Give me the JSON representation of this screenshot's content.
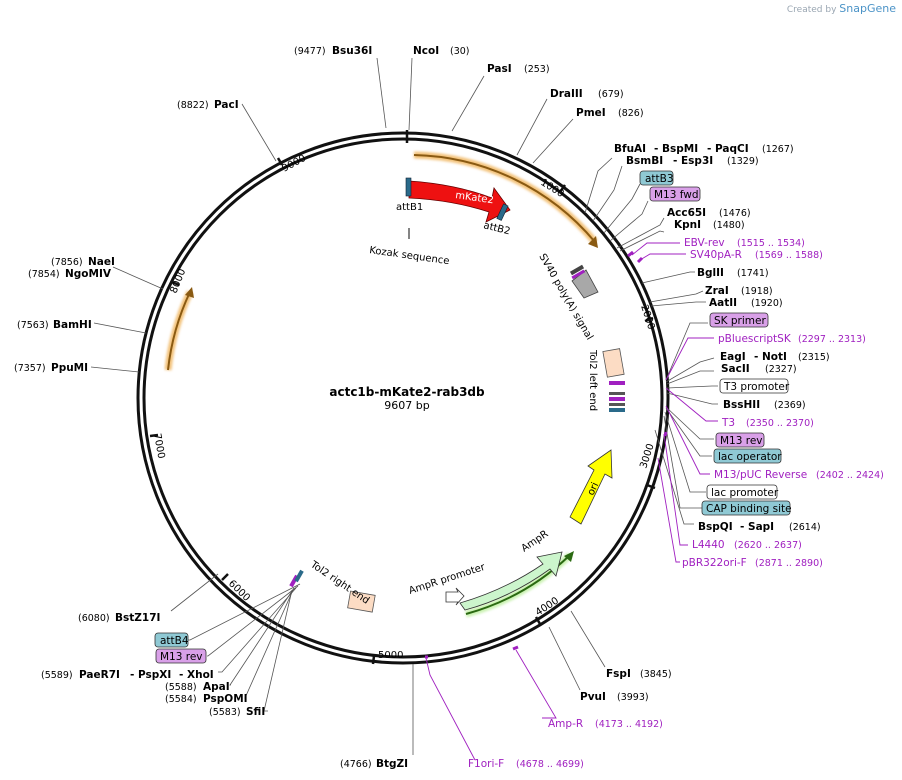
{
  "credit": {
    "prefix": "Created by",
    "brand": "SnapGene"
  },
  "plasmid": {
    "name": "actc1b-mKate2-rab3db",
    "length": "9607 bp"
  },
  "ticks": [
    "1000",
    "2000",
    "3000",
    "4000",
    "5000",
    "6000",
    "7000",
    "8000",
    "9000"
  ],
  "sites": [
    {
      "name": "Bsu36I",
      "coord": "(9477)"
    },
    {
      "name": "NcoI",
      "coord": "(30)"
    },
    {
      "name": "PasI",
      "coord": "(253)"
    },
    {
      "name": "DraIII",
      "coord": "(679)"
    },
    {
      "name": "PmeI",
      "coord": "(826)"
    },
    {
      "name": "BfuAI",
      "coord": ""
    },
    {
      "name": "- BspMI",
      "coord": ""
    },
    {
      "name": "- PaqCI",
      "coord": "(1267)"
    },
    {
      "name": "BsmBI",
      "coord": ""
    },
    {
      "name": "- Esp3I",
      "coord": "(1329)"
    },
    {
      "name": "Acc65I",
      "coord": "(1476)"
    },
    {
      "name": "KpnI",
      "coord": "(1480)"
    },
    {
      "name": "BglII",
      "coord": "(1741)"
    },
    {
      "name": "ZraI",
      "coord": "(1918)"
    },
    {
      "name": "AatII",
      "coord": "(1920)"
    },
    {
      "name": "EagI",
      "coord": ""
    },
    {
      "name": "- NotI",
      "coord": "(2315)"
    },
    {
      "name": "SacII",
      "coord": "(2327)"
    },
    {
      "name": "BssHII",
      "coord": "(2369)"
    },
    {
      "name": "BspQI",
      "coord": ""
    },
    {
      "name": "- SapI",
      "coord": "(2614)"
    },
    {
      "name": "FspI",
      "coord": "(3845)"
    },
    {
      "name": "PvuI",
      "coord": "(3993)"
    },
    {
      "name": "BtgZI",
      "coord": "(4766)"
    },
    {
      "name": "BstZ17I",
      "coord": "(6080)"
    },
    {
      "name": "PaeR7I",
      "coord": "(5589)"
    },
    {
      "name": "- PspXI",
      "coord": ""
    },
    {
      "name": "- XhoI",
      "coord": ""
    },
    {
      "name": "ApaI",
      "coord": "(5588)"
    },
    {
      "name": "PspOMI",
      "coord": "(5584)"
    },
    {
      "name": "SfiI",
      "coord": "(5583)"
    },
    {
      "name": "PpuMI",
      "coord": "(7357)"
    },
    {
      "name": "BamHI",
      "coord": "(7563)"
    },
    {
      "name": "NaeI",
      "coord": "(7856)"
    },
    {
      "name": "NgoMIV",
      "coord": "(7854)"
    },
    {
      "name": "PacI",
      "coord": "(8822)"
    }
  ],
  "primers": [
    {
      "name": "EBV-rev",
      "coord": "(1515 .. 1534)"
    },
    {
      "name": "SV40pA-R",
      "coord": "(1569 .. 1588)"
    },
    {
      "name": "pBluescriptSK",
      "coord": "(2297 .. 2313)"
    },
    {
      "name": "T3",
      "coord": "(2350 .. 2370)"
    },
    {
      "name": "M13/pUC Reverse",
      "coord": "(2402 .. 2424)"
    },
    {
      "name": "L4440",
      "coord": "(2620 .. 2637)"
    },
    {
      "name": "pBR322ori-F",
      "coord": "(2871 .. 2890)"
    },
    {
      "name": "Amp-R",
      "coord": "(4173 .. 4192)"
    },
    {
      "name": "F1ori-F",
      "coord": "(4678 .. 4699)"
    }
  ],
  "boxed_labels": [
    {
      "name": "attB3",
      "fill": "#8fc9d4"
    },
    {
      "name": "M13 fwd",
      "fill": "#d9a0e8"
    },
    {
      "name": "SK primer",
      "fill": "#d9a0e8"
    },
    {
      "name": "T3 promoter",
      "fill": "#ffffff"
    },
    {
      "name": "M13 rev",
      "fill": "#d9a0e8"
    },
    {
      "name": "lac operator",
      "fill": "#8fc9d4"
    },
    {
      "name": "lac promoter",
      "fill": "#ffffff"
    },
    {
      "name": "CAP binding site",
      "fill": "#8fc9d4"
    },
    {
      "name": "attB4",
      "fill": "#8fc9d4"
    },
    {
      "name": "M13 rev",
      "fill": "#d9a0e8"
    }
  ],
  "features": {
    "mkate2": "mKate2",
    "attb1": "attB1",
    "attb2": "attB2",
    "kozak": "Kozak sequence",
    "sv40": "SV40 poly(A) signal",
    "tol2_left": "Tol2 left end",
    "ori": "ori",
    "ampr": "AmpR",
    "ampr_promoter": "AmpR promoter",
    "tol2_right": "Tol2 right end"
  },
  "colors": {
    "mkate2": "#ee1111",
    "ori": "#ffff00",
    "ampr": "#ccf5cc",
    "tol2": "#fcdcc4",
    "sv40": "#a8a8a8",
    "orf_arrow": "#c08a2a",
    "primer": "#a020c0"
  }
}
